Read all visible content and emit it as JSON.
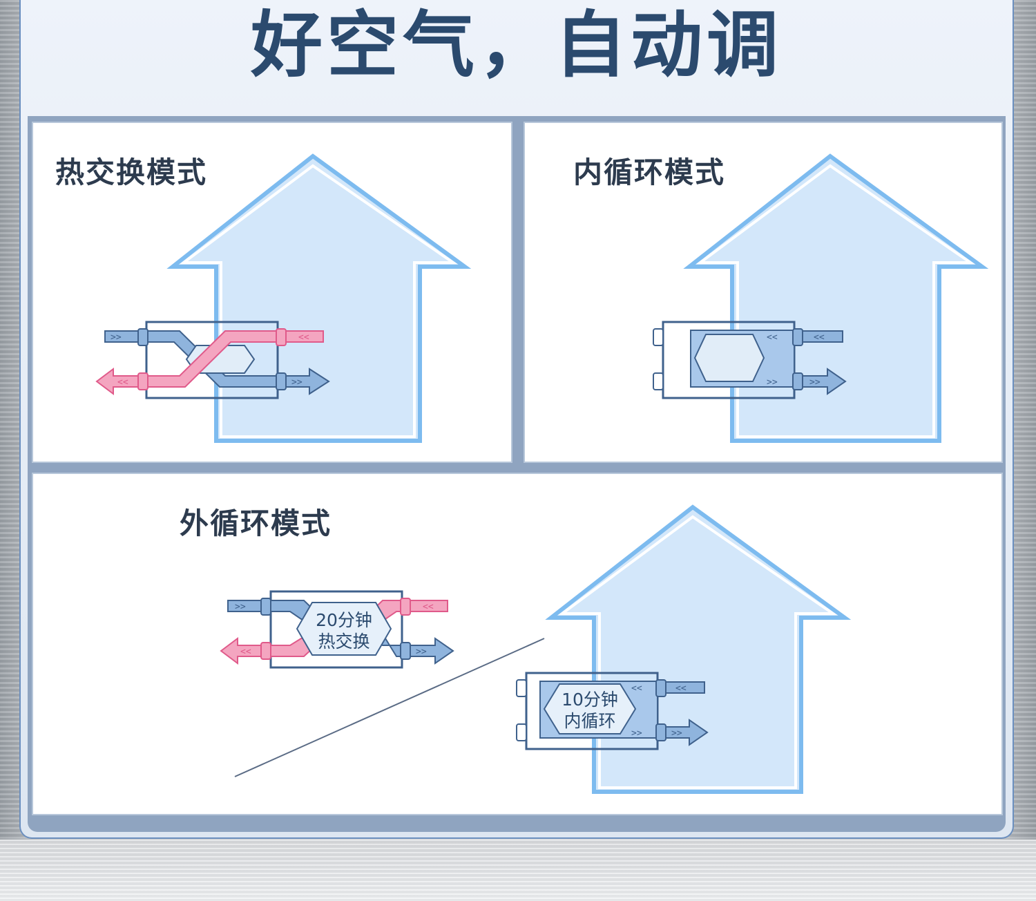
{
  "header": {
    "title": "好空气，自动调"
  },
  "modes": [
    {
      "label": "热交换模式"
    },
    {
      "label": "内循环模式"
    },
    {
      "label": "外循环模式"
    }
  ],
  "timers": {
    "heat_exchange": {
      "line1": "20分钟",
      "line2": "热交换"
    },
    "internal": {
      "line1": "10分钟",
      "line2": "内循环"
    }
  },
  "glyphs": {
    "right": ">>",
    "left": "<<"
  },
  "colors": {
    "title": "#2b4a6e",
    "house_outline": "#7dbbef",
    "house_fill": "#d3e7fa",
    "duct_blue": "#8fb4dd",
    "duct_blue_stroke": "#3f618c",
    "duct_pink": "#f4a5c0",
    "duct_pink_stroke": "#e05a8a"
  }
}
